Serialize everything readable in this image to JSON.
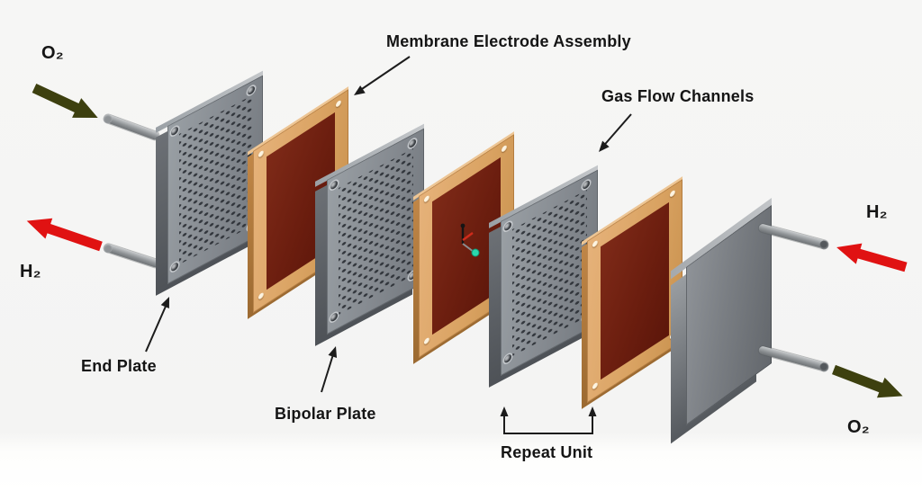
{
  "figure": {
    "callouts": {
      "membrane_electrode_assembly": "Membrane Electrode Assembly",
      "gas_flow_channels": "Gas Flow Channels",
      "end_plate": "End Plate",
      "bipolar_plate": "Bipolar Plate",
      "repeat_unit": "Repeat Unit"
    },
    "gas_flows": {
      "oxygen_in": "O₂",
      "hydrogen_out": "H₂",
      "hydrogen_in": "H₂",
      "oxygen_out": "O₂"
    }
  },
  "colors": {
    "red_arrow": "#e01212",
    "olive_arrow": "#3d400f",
    "callout_arrow": "#1c1c1c",
    "text": "#151515",
    "plate_grey": "#8a8f94",
    "mea_frame": "#dca468",
    "mea_core": "#6f2113",
    "axis_marker_teal": "#2bd8ae",
    "axis_marker_red": "#cf2b1b"
  }
}
